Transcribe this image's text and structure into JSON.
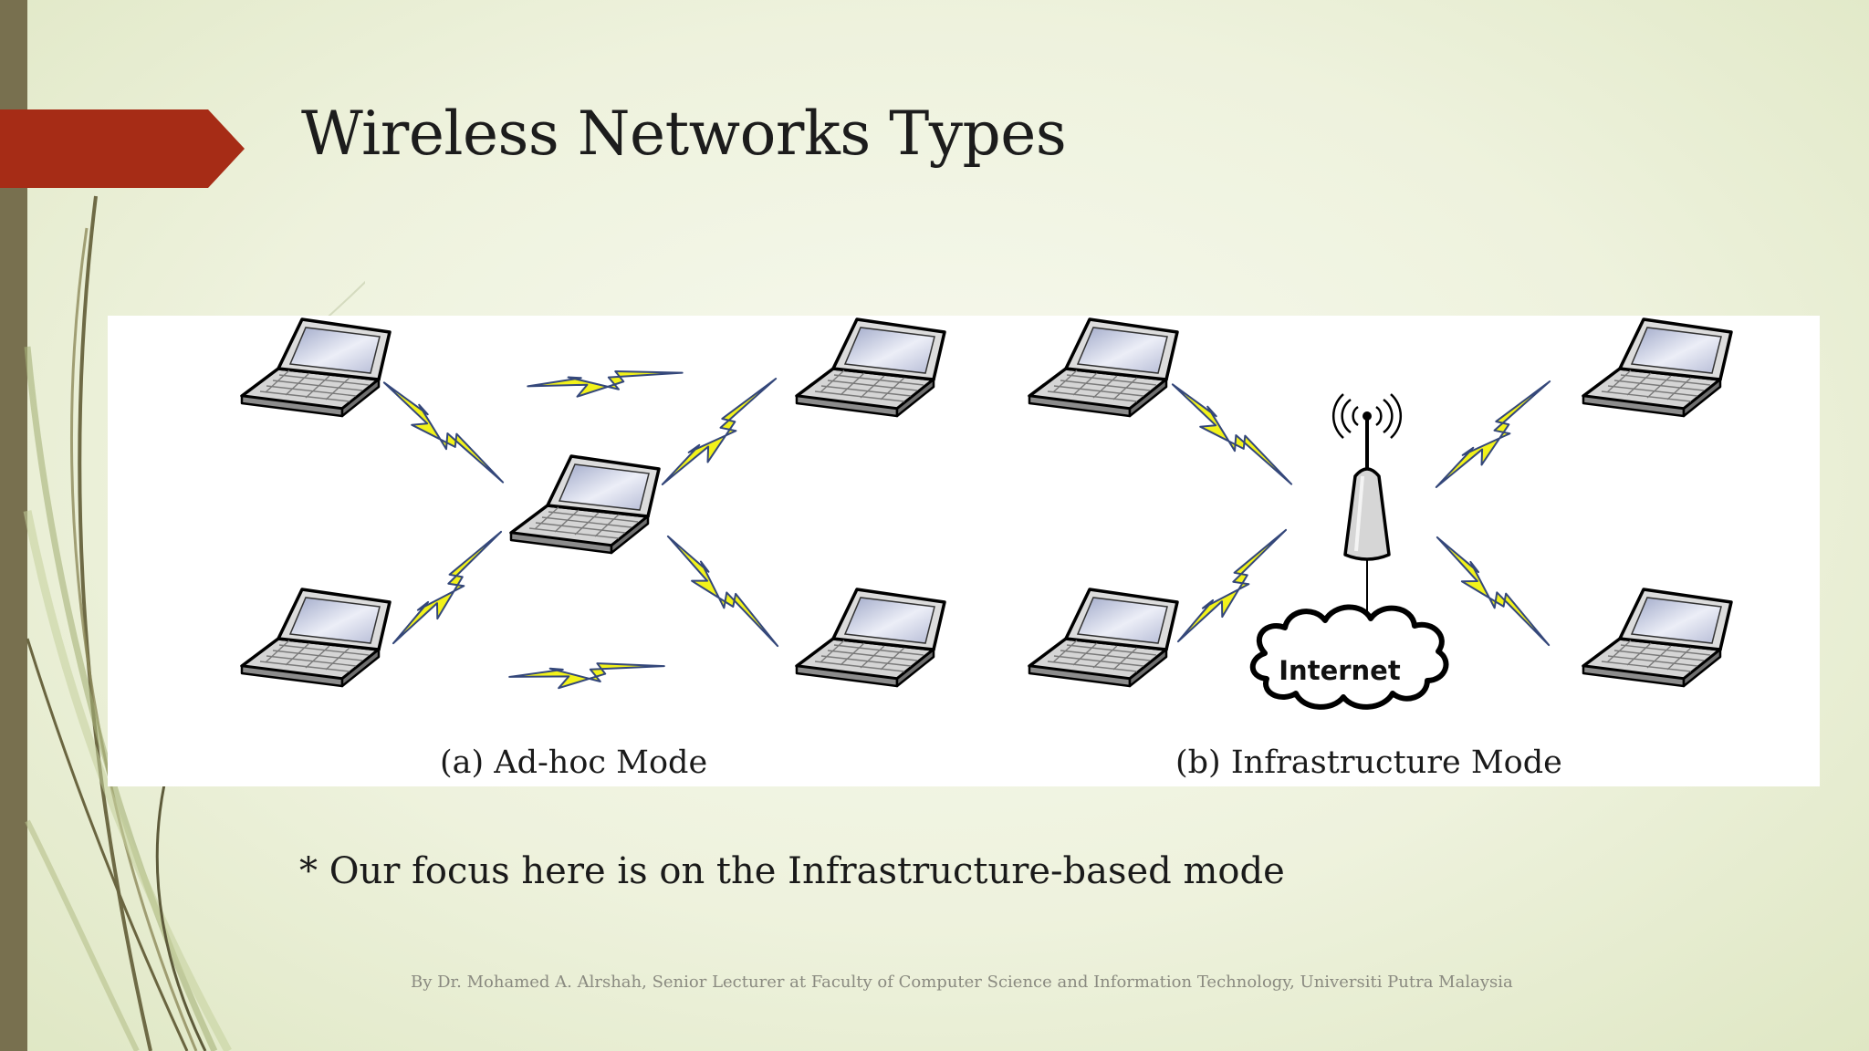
{
  "slide": {
    "title": "Wireless Networks Types",
    "note": "* Our focus here is on the Infrastructure-based mode",
    "footer": "By Dr. Mohamed A. Alrshah, Senior Lecturer at Faculty of Computer Science and Information Technology, Universiti Putra Malaysia"
  },
  "diagram": {
    "caption_a": "(a)  Ad-hoc Mode",
    "caption_b": "(b)  Infrastructure Mode",
    "cloud_label": "Internet"
  },
  "colors": {
    "accent_arrow": "#a62c16",
    "left_bar": "#78704f",
    "bolt": "#f2f21a"
  },
  "icons": [
    "laptop-icon",
    "lightning-bolt-icon",
    "access-point-icon",
    "internet-cloud-icon"
  ]
}
